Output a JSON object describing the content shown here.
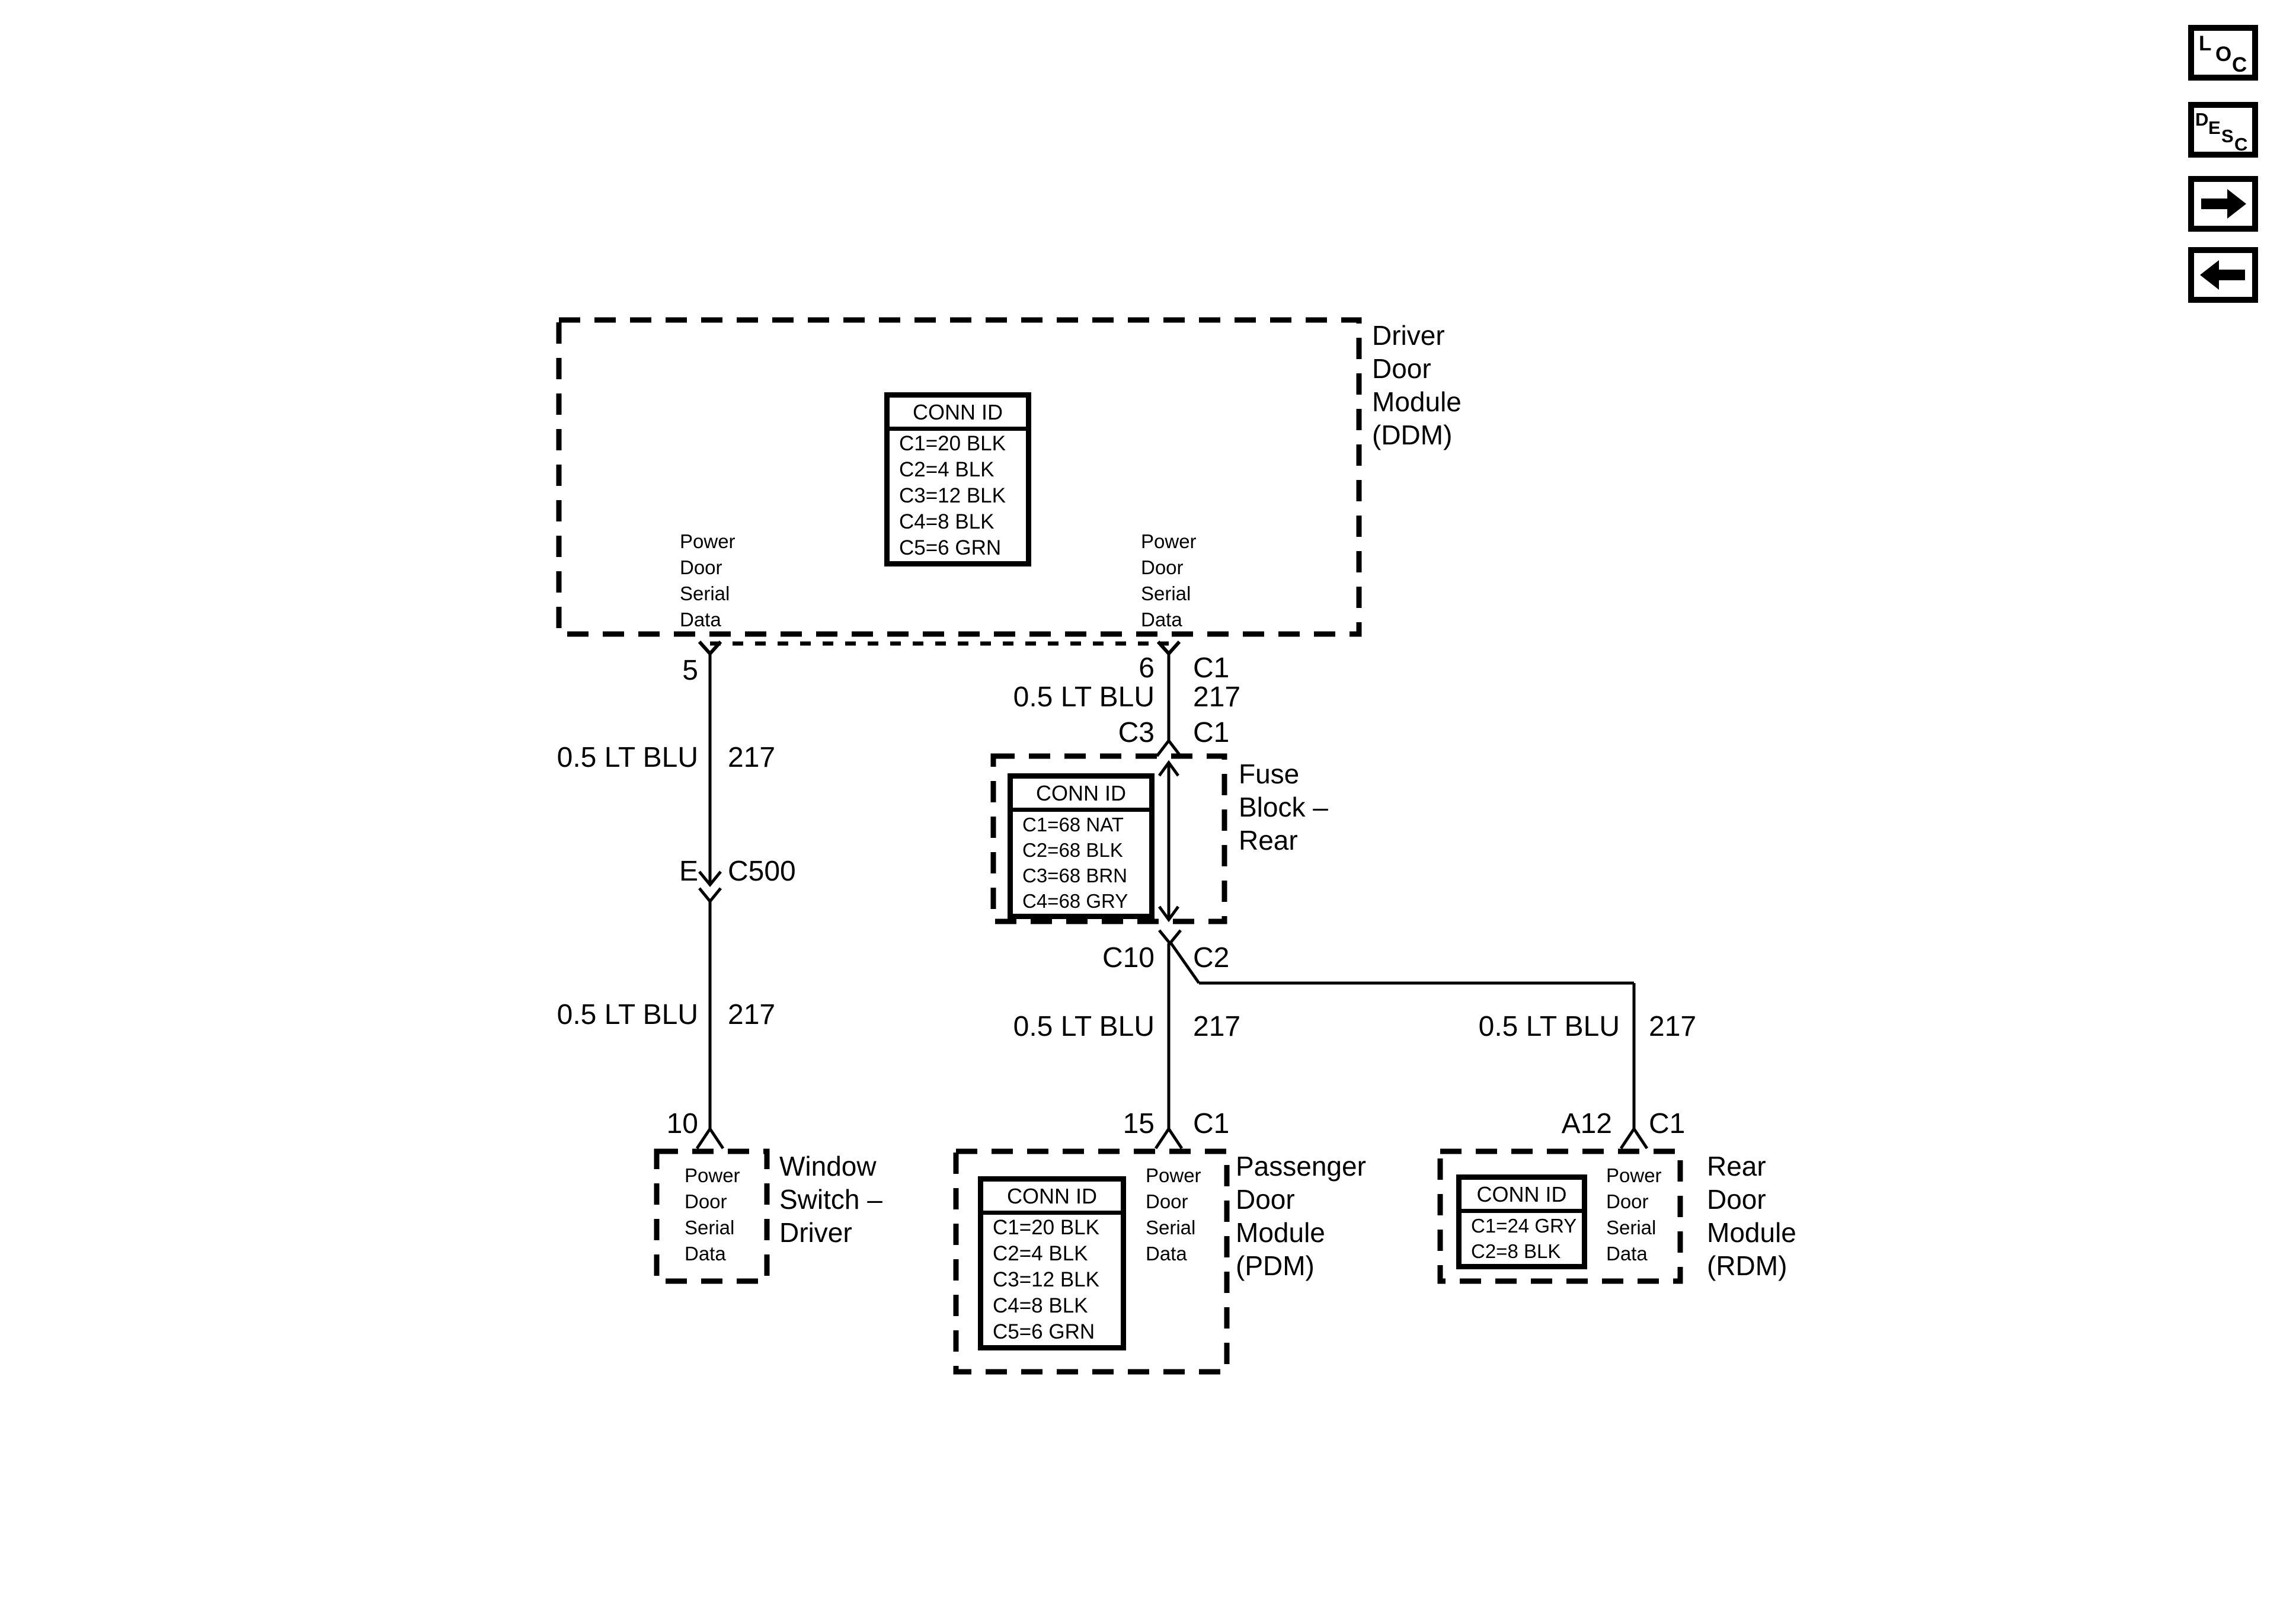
{
  "toolbar": {
    "loc_letters": [
      "L",
      "O",
      "C"
    ],
    "desc_letters": [
      "D",
      "E",
      "S",
      "C"
    ],
    "forward_icon": "forward-arrow",
    "back_icon": "back-arrow"
  },
  "modules": {
    "ddm": {
      "title": "Driver\nDoor\nModule\n(DDM)",
      "conn_header": "CONN ID",
      "conn_rows": [
        "C1=20 BLK",
        "C2=4 BLK",
        "C3=12 BLK",
        "C4=8 BLK",
        "C5=6 GRN"
      ],
      "signal_left": "Power\nDoor\nSerial\nData",
      "signal_right": "Power\nDoor\nSerial\nData"
    },
    "fuse_block": {
      "title": "Fuse\nBlock –\nRear",
      "conn_header": "CONN ID",
      "conn_rows": [
        "C1=68 NAT",
        "C2=68 BLK",
        "C3=68 BRN",
        "C4=68 GRY"
      ]
    },
    "window_switch": {
      "title": "Window\nSwitch –\nDriver",
      "signal": "Power\nDoor\nSerial\nData"
    },
    "pdm": {
      "title": "Passenger\nDoor\nModule\n(PDM)",
      "conn_header": "CONN ID",
      "conn_rows": [
        "C1=20 BLK",
        "C2=4 BLK",
        "C3=12 BLK",
        "C4=8 BLK",
        "C5=6 GRN"
      ],
      "signal": "Power\nDoor\nSerial\nData"
    },
    "rdm": {
      "title": "Rear\nDoor\nModule\n(RDM)",
      "conn_header": "CONN ID",
      "conn_rows": [
        "C1=24 GRY",
        "C2=8 BLK"
      ],
      "signal": "Power\nDoor\nSerial\nData"
    }
  },
  "pins": {
    "ddm_left": "5",
    "ddm_right": "6",
    "ddm_right_conn": "C1",
    "fuse_top": "C3",
    "fuse_top_conn": "C1",
    "fuse_bottom": "C10",
    "fuse_bottom_conn": "C2",
    "splice": "E",
    "splice_conn": "C500",
    "window_switch": "10",
    "pdm": "15",
    "pdm_conn": "C1",
    "rdm": "A12",
    "rdm_conn": "C1"
  },
  "wire_labels": {
    "ddm5_upper": {
      "color": "0.5 LT BLU",
      "circuit": "217"
    },
    "c500_lower": {
      "color": "0.5 LT BLU",
      "circuit": "217"
    },
    "ddm6_fuse": {
      "color": "0.5 LT BLU",
      "circuit": "217"
    },
    "fuse_pdm": {
      "color": "0.5 LT BLU",
      "circuit": "217"
    },
    "fuse_rdm": {
      "color": "0.5 LT BLU",
      "circuit": "217"
    }
  },
  "colors": {
    "ink": "#000000",
    "paper": "#ffffff"
  }
}
